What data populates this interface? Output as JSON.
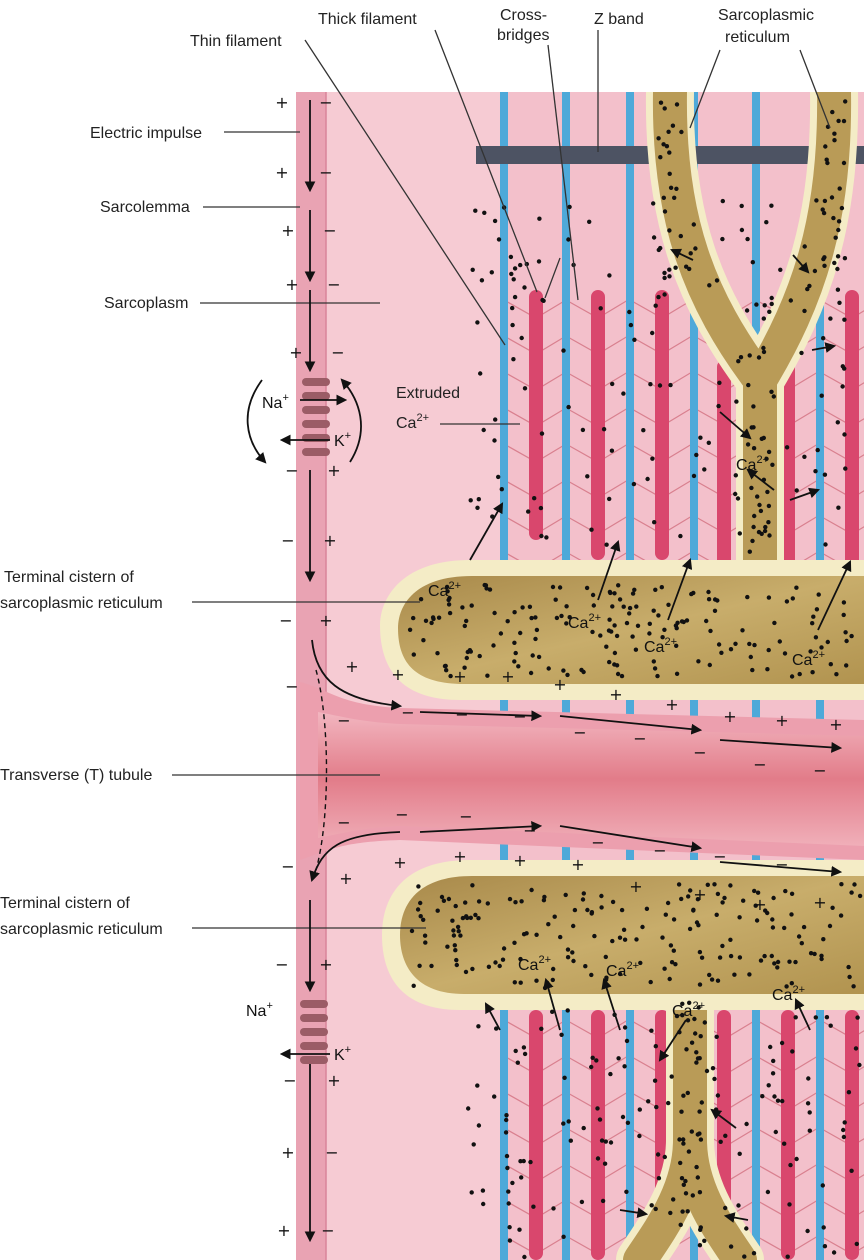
{
  "labels": {
    "thin_filament": "Thin filament",
    "thick_filament": "Thick filament",
    "cross_bridges_1": "Cross-",
    "cross_bridges_2": "bridges",
    "z_band": "Z band",
    "sarcoplasmic_reticulum_1": "Sarcoplasmic",
    "sarcoplasmic_reticulum_2": "reticulum",
    "electric_impulse": "Electric impulse",
    "sarcolemma": "Sarcolemma",
    "sarcoplasm": "Sarcoplasm",
    "extruded_1": "Extruded",
    "extruded_ca": "Ca",
    "terminal_cistern_top_1": "Terminal cistern of",
    "terminal_cistern_top_2": "sarcoplasmic reticulum",
    "transverse_tubule": "Transverse (T) tubule",
    "terminal_cistern_bottom_1": "Terminal cistern of",
    "terminal_cistern_bottom_2": "sarcoplasmic reticulum"
  },
  "ions": {
    "na": "Na",
    "k": "K",
    "ca": "Ca",
    "plus_sup": "+",
    "ca_sup": "2+"
  },
  "signs": {
    "plus": "+",
    "minus": "−"
  },
  "colors": {
    "cell": "#f6cbd3",
    "sarcolemma": "#e58fa3",
    "thin_filament": "#4ea9d9",
    "thick_filament": "#d9476d",
    "cross_bridge": "#d9808f",
    "sr_outer": "#f4ecc6",
    "sr_inner": "#b99b57",
    "z_band": "#4d5363",
    "t_tubule": "#e48b95"
  }
}
